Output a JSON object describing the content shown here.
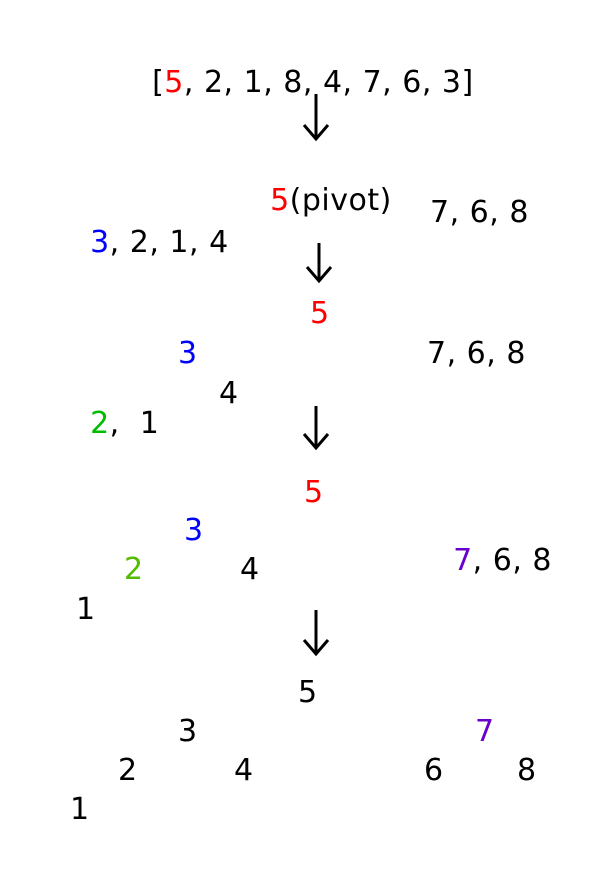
{
  "colors": {
    "pivot": "#ff0000",
    "level2": "#0000ff",
    "level3": "#00bb00",
    "level3b": "#55bb00",
    "right_pivot": "#6a00cc",
    "text": "#000000"
  },
  "step1": {
    "open_bracket": "[",
    "pivot": "5",
    "rest": ", 2, 1, 8, 4, 7, 6, 3",
    "close_bracket": "]"
  },
  "step2": {
    "pivot": "5",
    "pivot_label": "(pivot)",
    "left_pivot": "3",
    "left_rest": ", 2, 1, 4",
    "right": "7, 6, 8"
  },
  "step3": {
    "root": "5",
    "left_node": "3",
    "right": "7, 6, 8",
    "left_left_pivot": "2",
    "left_left_rest": ",  1",
    "left_right": "4"
  },
  "step4": {
    "root": "5",
    "left_node": "3",
    "right_pivot": "7",
    "right_rest": ", 6, 8",
    "left_left": "2",
    "left_right": "4",
    "left_left_left": "1"
  },
  "step5": {
    "root": "5",
    "left_node": "3",
    "right_node": "7",
    "left_left": "2",
    "left_right": "4",
    "right_left": "6",
    "right_right": "8",
    "left_left_left": "1"
  }
}
